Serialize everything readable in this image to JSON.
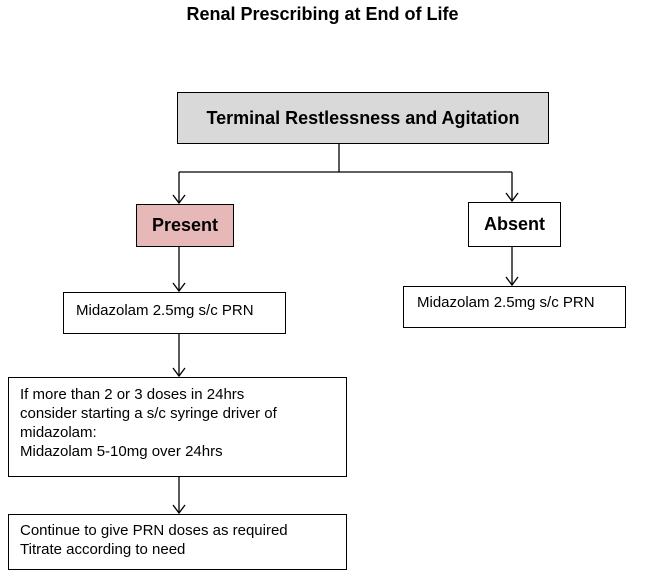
{
  "diagram": {
    "title": "Renal Prescribing at End of Life",
    "root": "Terminal Restlessness and Agitation",
    "present": {
      "label": "Present",
      "step1": "Midazolam 2.5mg s/c PRN",
      "step2_lines": [
        "If more than 2 or 3 doses in 24hrs",
        "consider starting a s/c syringe driver of",
        "midazolam:",
        "Midazolam 5-10mg over 24hrs"
      ],
      "step3_lines": [
        "Continue to give PRN doses as required",
        "Titrate according to need"
      ]
    },
    "absent": {
      "label": "Absent",
      "step1": "Midazolam 2.5mg s/c PRN"
    }
  },
  "colors": {
    "root_fill": "#d9d9d9",
    "present_fill": "#e6b8b7",
    "box_fill": "#ffffff",
    "stroke": "#000000"
  }
}
